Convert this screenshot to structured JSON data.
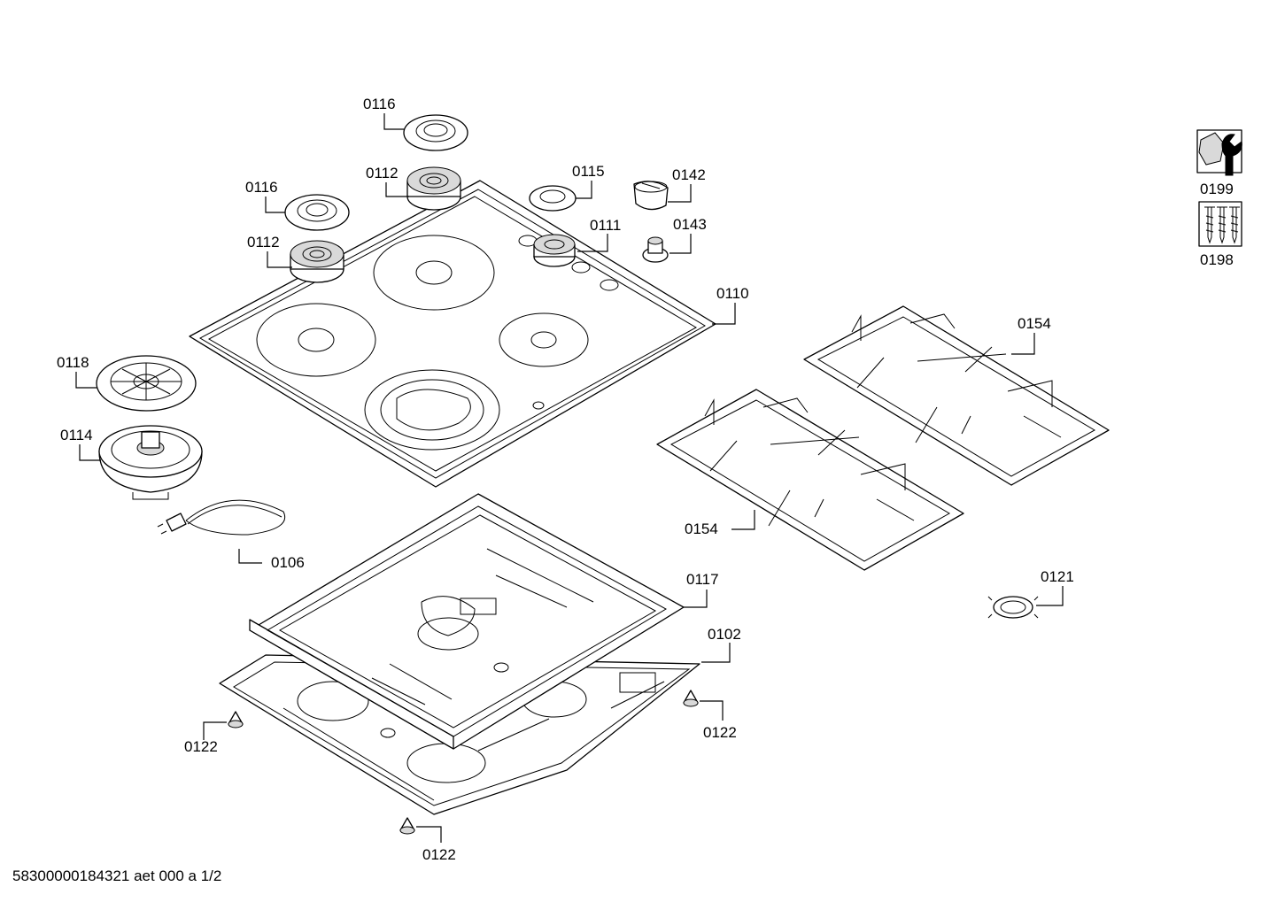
{
  "labels": {
    "p0116_top": "0116",
    "p0116_left": "0116",
    "p0112_top": "0112",
    "p0112_left": "0112",
    "p0115": "0115",
    "p0142": "0142",
    "p0111": "0111",
    "p0143": "0143",
    "p0110": "0110",
    "p0118": "0118",
    "p0114": "0114",
    "p0106": "0106",
    "p0154_right": "0154",
    "p0154_left": "0154",
    "p0117": "0117",
    "p0102": "0102",
    "p0121": "0121",
    "p0122_left": "0122",
    "p0122_right": "0122",
    "p0122_bottom": "0122",
    "p0199": "0199",
    "p0198": "0198"
  },
  "footer": "58300000184321 aet 000 a 1/2",
  "icons": [
    "service-wrench-icon",
    "screws-icon"
  ]
}
